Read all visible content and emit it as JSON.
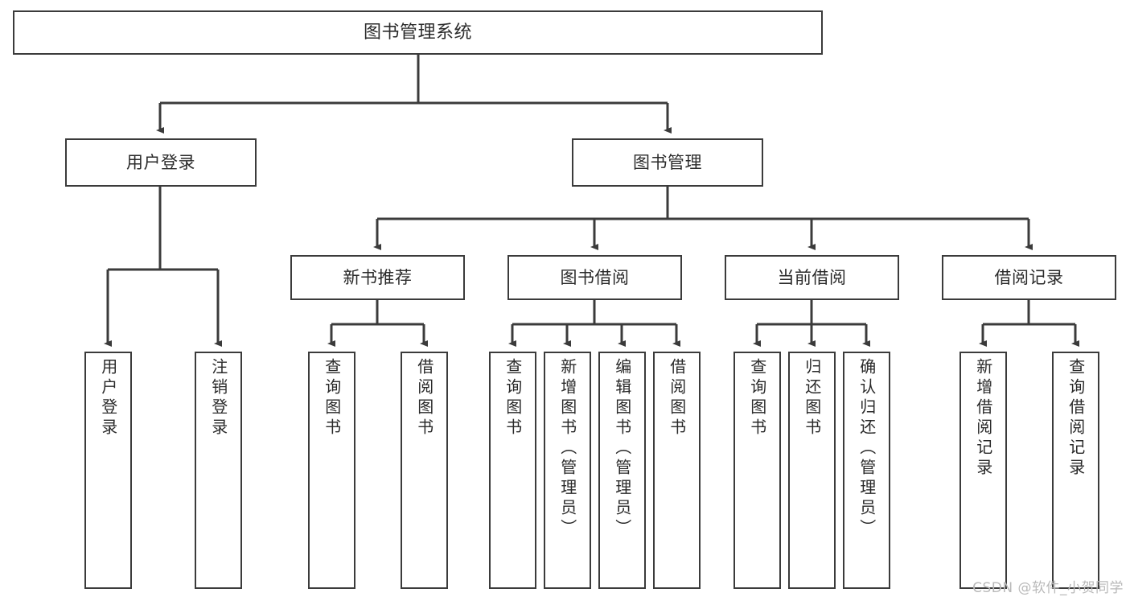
{
  "diagram": {
    "title": "图书管理系统",
    "type": "tree-hierarchy",
    "watermark": "CSDN @软件_小贺同学",
    "line_color": "#3b3b3b",
    "box_fill": "#ffffff",
    "text_color": "#2a2a2a"
  },
  "nodes": {
    "root": {
      "label": "图书管理系统",
      "level": 1
    },
    "level2": [
      {
        "id": "user-login",
        "label": "用户登录"
      },
      {
        "id": "book-manage",
        "label": "图书管理"
      }
    ],
    "level3": [
      {
        "id": "new-book-recommend",
        "label": "新书推荐",
        "parent": "book-manage"
      },
      {
        "id": "book-borrow",
        "label": "图书借阅",
        "parent": "book-manage"
      },
      {
        "id": "current-borrow",
        "label": "当前借阅",
        "parent": "book-manage"
      },
      {
        "id": "borrow-record",
        "label": "借阅记录",
        "parent": "book-manage"
      }
    ],
    "leaves": {
      "user_login": [
        {
          "id": "leaf-user-login",
          "label": "用户登录"
        },
        {
          "id": "leaf-user-logout",
          "label": "注销登录"
        }
      ],
      "new_book_recommend": [
        {
          "id": "leaf-query-book-1",
          "label": "查询图书"
        },
        {
          "id": "leaf-borrow-book-1",
          "label": "借阅图书"
        }
      ],
      "book_borrow": [
        {
          "id": "leaf-query-book-2",
          "label": "查询图书"
        },
        {
          "id": "leaf-add-book",
          "label": "新增图书（管理员）"
        },
        {
          "id": "leaf-edit-book",
          "label": "编辑图书（管理员）"
        },
        {
          "id": "leaf-borrow-book-2",
          "label": "借阅图书"
        }
      ],
      "current_borrow": [
        {
          "id": "leaf-query-book-3",
          "label": "查询图书"
        },
        {
          "id": "leaf-return-book",
          "label": "归还图书"
        },
        {
          "id": "leaf-confirm-return",
          "label": "确认归还（管理员）"
        }
      ],
      "borrow_record": [
        {
          "id": "leaf-add-record",
          "label": "新增借阅记录"
        },
        {
          "id": "leaf-query-record",
          "label": "查询借阅记录"
        }
      ]
    }
  }
}
